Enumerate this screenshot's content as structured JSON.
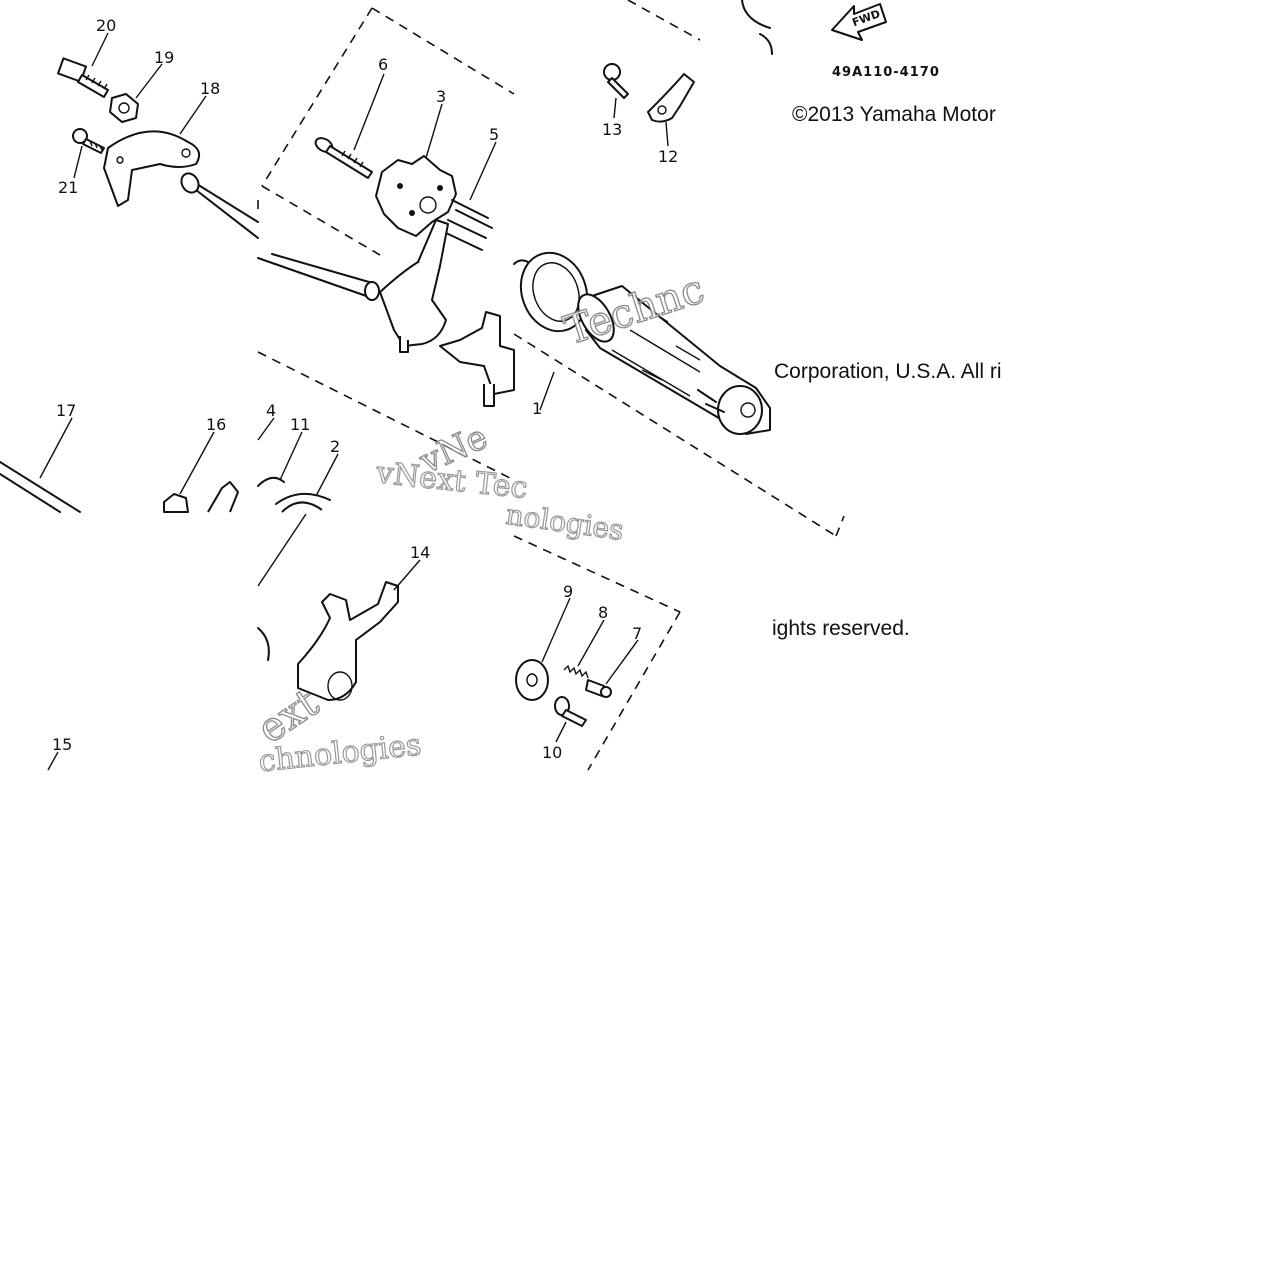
{
  "diagram": {
    "part_code": "49A110-4170",
    "direction_label": "FWD",
    "copyright": {
      "line1": "©2013 Yamaha Motor",
      "line2": "Corporation, U.S.A. All ri",
      "line3": "ights reserved."
    },
    "watermark": {
      "text_a": "vNext Tec",
      "text_b": "chnologies",
      "text_c": "nologies",
      "text_d": "vNe",
      "text_e": "Technc",
      "text_f": "ext"
    },
    "callouts": [
      "20",
      "19",
      "18",
      "21",
      "6",
      "3",
      "5",
      "13",
      "12",
      "17",
      "16",
      "4",
      "11",
      "2",
      "1",
      "14",
      "9",
      "8",
      "7",
      "10",
      "15"
    ]
  }
}
